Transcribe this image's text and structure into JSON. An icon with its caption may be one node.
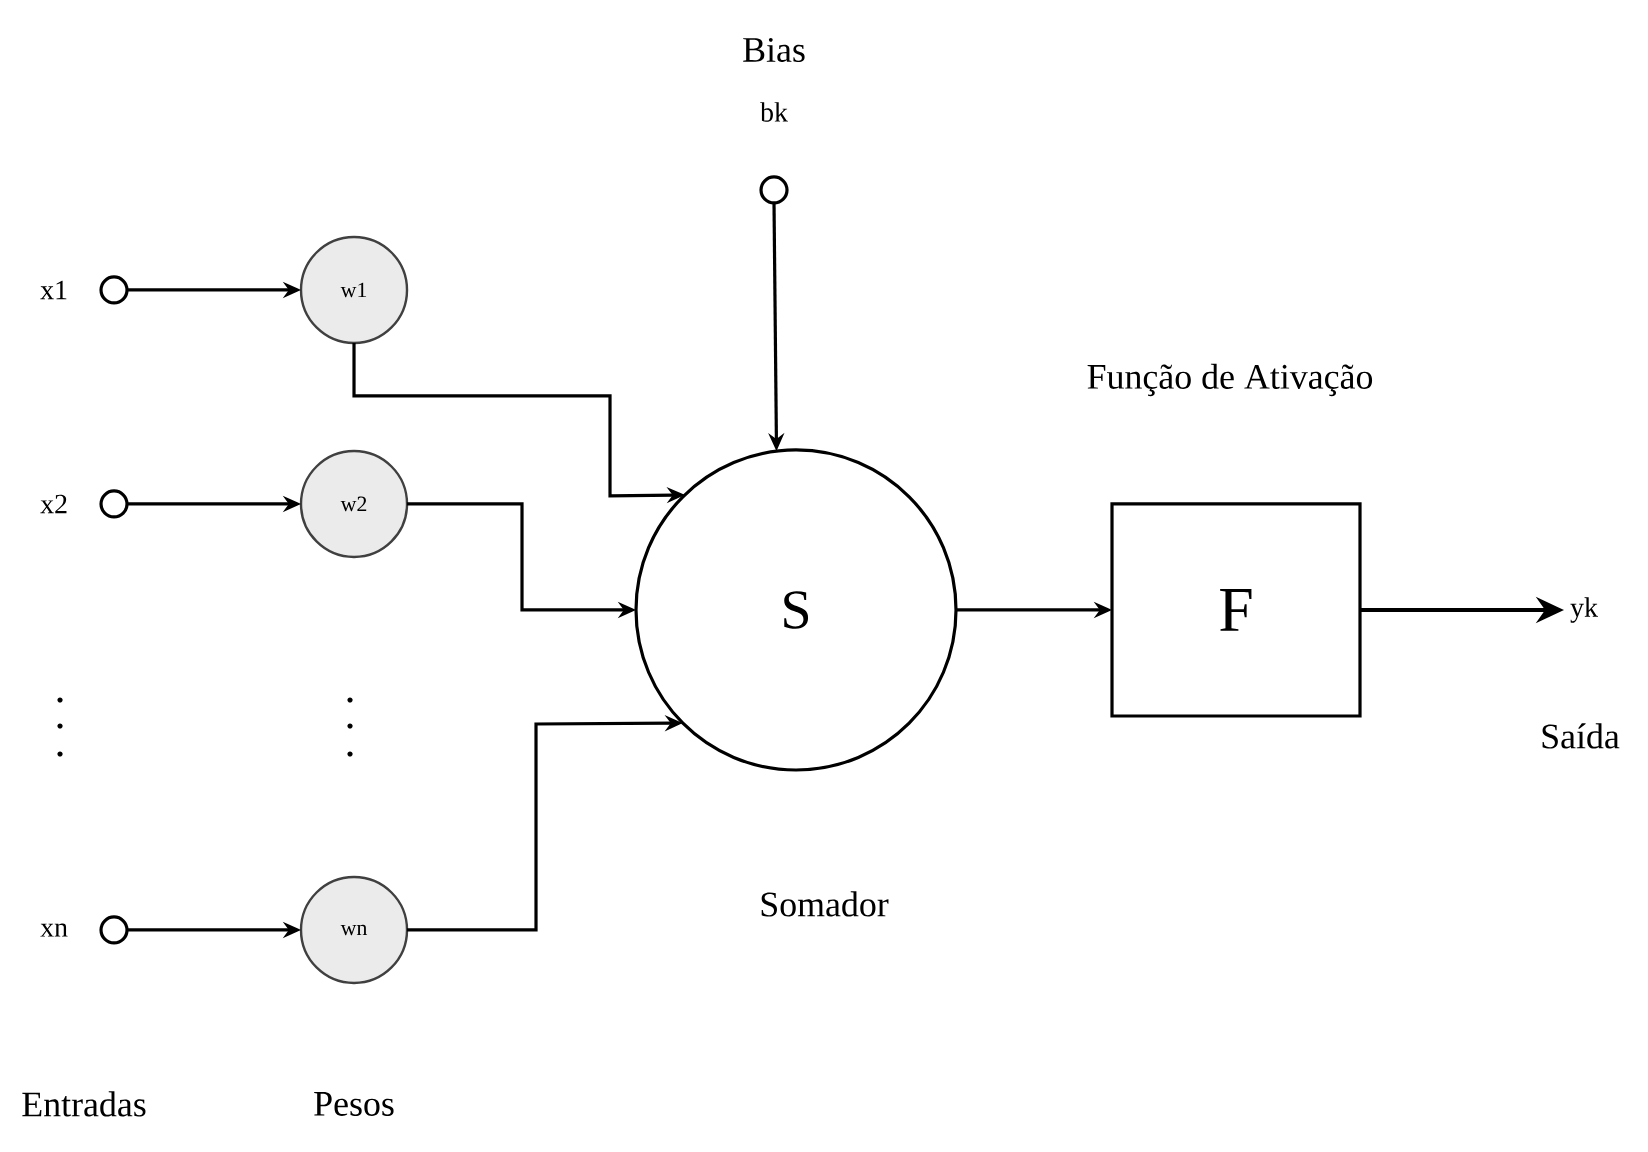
{
  "diagram": {
    "nodes": [
      {
        "text": [
          "x1"
        ]
      },
      {
        "text": [
          "w1"
        ]
      },
      {
        "text": [
          "x2"
        ]
      },
      {
        "text": [
          "w2"
        ]
      },
      {
        "text": [
          "xn"
        ]
      },
      {
        "text": [
          "wn"
        ]
      },
      {
        "text": [
          "Bias",
          "bk"
        ]
      },
      {
        "text": [
          "S"
        ],
        "beside": [
          "Somador"
        ]
      },
      {
        "text": [
          "F"
        ],
        "beside": [
          "Função de Ativação"
        ]
      },
      {
        "text": [
          "yk"
        ],
        "beside": [
          "Saída"
        ]
      }
    ],
    "edges": [
      {
        "from": 0,
        "to": 1,
        "arrow": "to"
      },
      {
        "from": 2,
        "to": 3,
        "arrow": "to"
      },
      {
        "from": 4,
        "to": 5,
        "arrow": "to"
      },
      {
        "from": 6,
        "to": 7,
        "arrow": "to"
      },
      {
        "from": 1,
        "to": 7,
        "arrow": "to"
      },
      {
        "from": 3,
        "to": 7,
        "arrow": "to"
      },
      {
        "from": 5,
        "to": 7,
        "arrow": "to"
      },
      {
        "from": 7,
        "to": 8,
        "arrow": "to"
      },
      {
        "from": 8,
        "to": 9,
        "arrow": "to"
      }
    ],
    "labels": [
      "Entradas",
      "Pesos"
    ]
  }
}
